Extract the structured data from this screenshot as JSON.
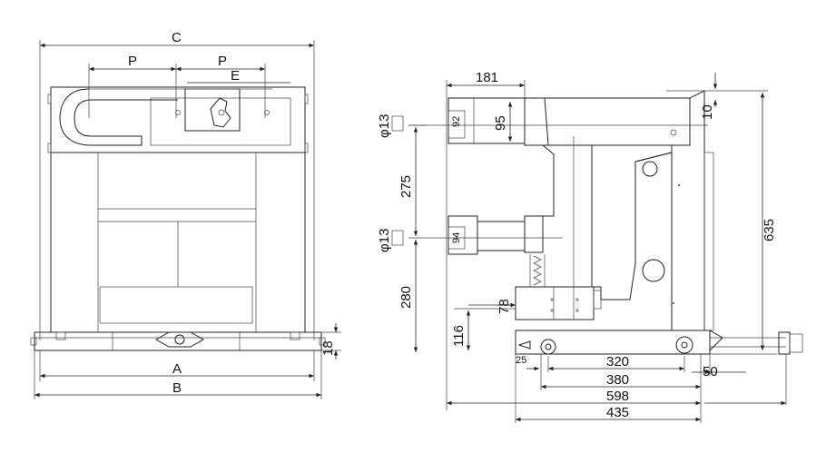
{
  "front_view": {
    "labels": {
      "C": "C",
      "P_left": "P",
      "P_right": "P",
      "E": "E",
      "A": "A",
      "B": "B",
      "h18": "18"
    }
  },
  "side_view": {
    "labels": {
      "d181": "181",
      "phi13_top": "φ13",
      "phi13_bottom": "φ13",
      "d92": "92",
      "d95": "95",
      "d94": "94",
      "d10": "10",
      "d275": "275",
      "d635": "635",
      "d280": "280",
      "d78": "78",
      "d116": "116",
      "d25": "25",
      "d320": "320",
      "d50": "50",
      "d380": "380",
      "d598": "598",
      "d435": "435"
    }
  }
}
